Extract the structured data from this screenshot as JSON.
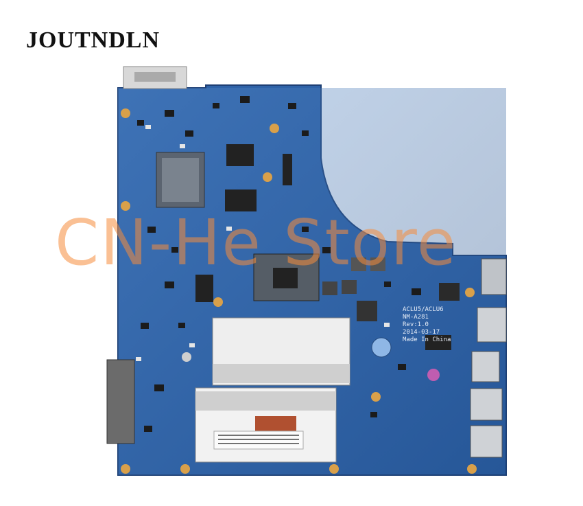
{
  "brand": {
    "text": "JOUTNDLN"
  },
  "watermark": {
    "text": "CN-He Store"
  },
  "board_silkscreen": {
    "line1": "ACLU5/ACLU6",
    "line2": "NM-A281",
    "line3": "Rev:1.0",
    "line4": "2014-03-17",
    "line5": "Made In China"
  },
  "colors": {
    "pcb": "#2f63a8",
    "pcb_dark": "#1f4c8a",
    "metal": "#c9ccd1",
    "pad_gold": "#d9a04a",
    "watermark": "#f58c3c"
  }
}
